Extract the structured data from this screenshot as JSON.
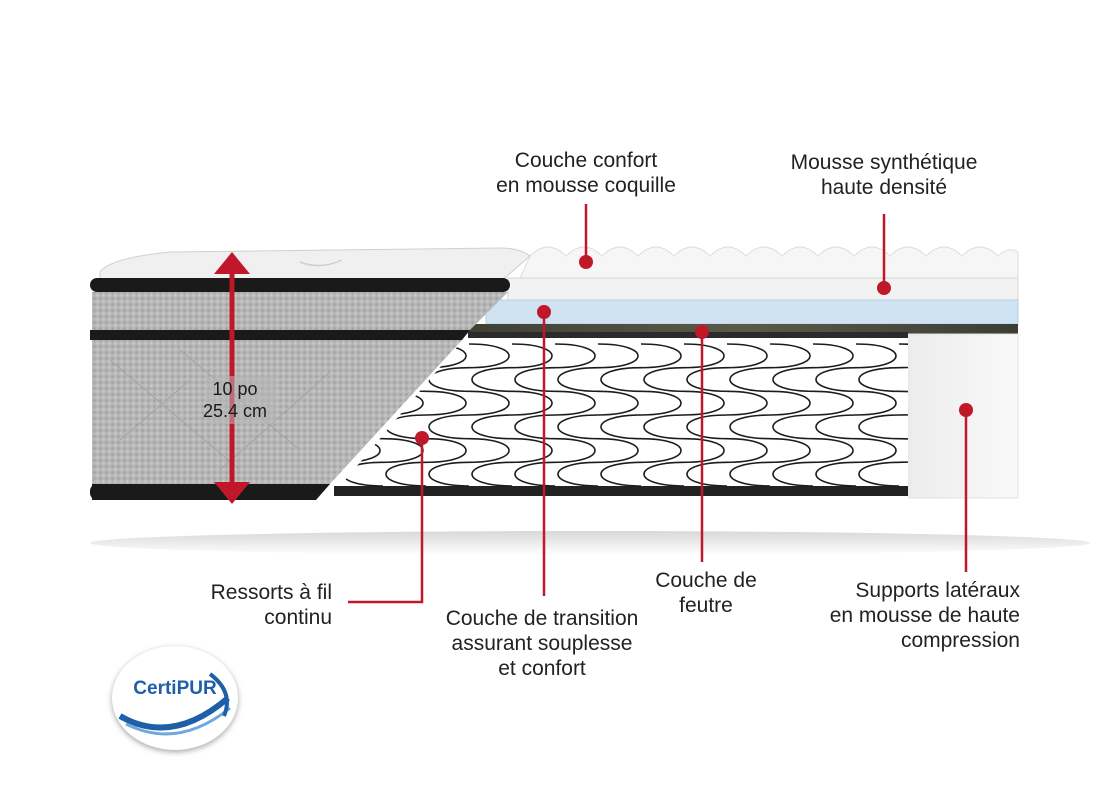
{
  "labels": {
    "comfort_layer": "Couche confort\nen mousse coquille",
    "synthetic_foam": "Mousse synthétique\nhaute densité",
    "coils": "Ressorts à fil\ncontinu",
    "transition_layer": "Couche de transition\nassurant souplesse\net confort",
    "felt_layer": "Couche de\nfeutre",
    "side_supports": "Supports latéraux\nen mousse de haute\ncompression"
  },
  "dimension": {
    "height": "10 po\n25.4 cm"
  },
  "badge": {
    "text": "CertiPUR"
  },
  "colors": {
    "accent_red": "#c0182a",
    "badge_blue": "#1f5fa8",
    "fabric_gray": "#b9b9b9",
    "band_black": "#1a1a1a",
    "foam_white": "#f4f4f4",
    "transition_blue": "#cfe3f3",
    "felt_dark": "#4a4a3c"
  },
  "icons": [
    "up-down-arrow-icon",
    "callout-dot-icon",
    "certipur-logo"
  ]
}
